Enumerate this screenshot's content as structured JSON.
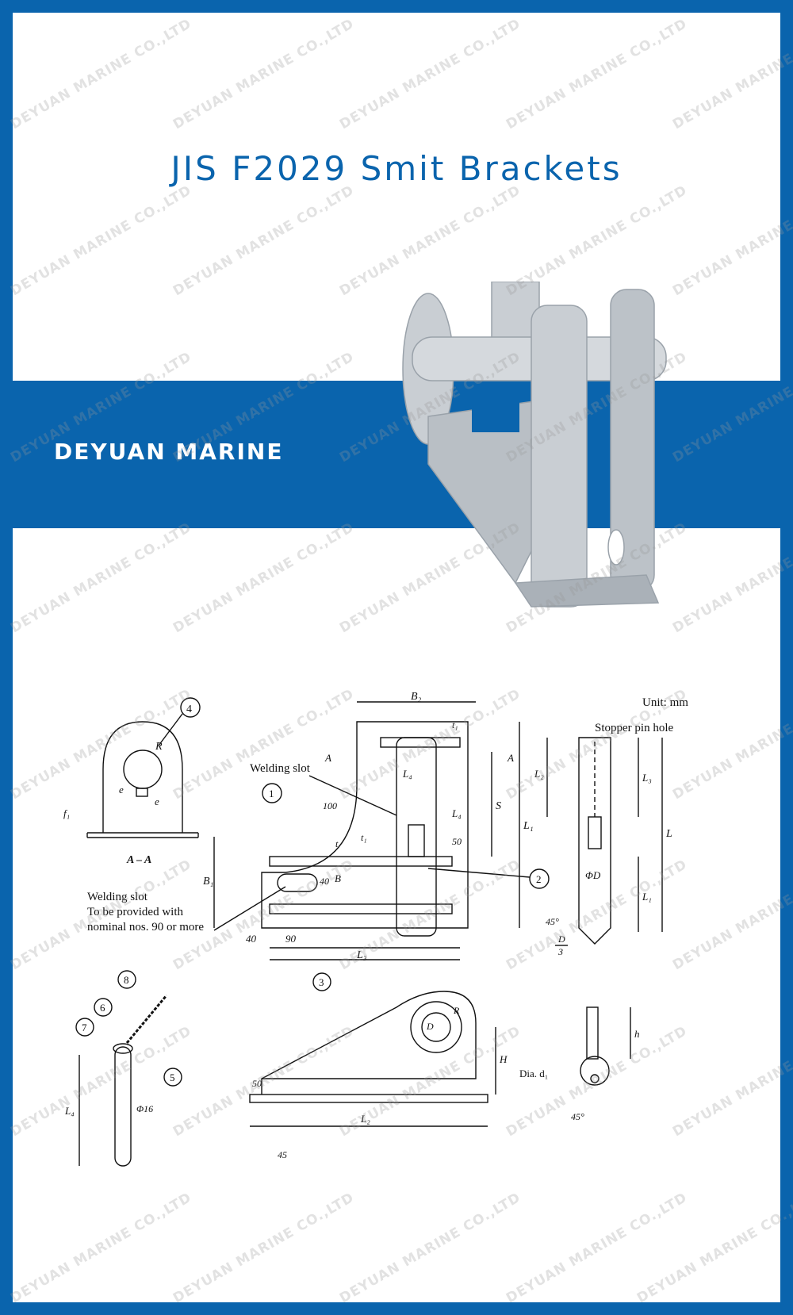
{
  "header": {
    "title": "JIS F2029 Smit Brackets"
  },
  "banner": {
    "brand": "DEYUAN MARINE"
  },
  "watermark": {
    "text": "DEYUAN MARINE CO.,LTD"
  },
  "colors": {
    "brand_blue": "#0a64ad",
    "product_gray": "#c9ced3"
  },
  "drawing": {
    "unit": "Unit: mm",
    "stopper_pin_hole": "Stopper pin hole",
    "welding_slot_1": "Welding slot",
    "welding_slot_2": "Welding slot",
    "welding_note_1": "To be provided with",
    "welding_note_2": "nominal nos. 90 or more",
    "section": "A – A",
    "dia": "Dia. d₁",
    "dims": {
      "d40a": "40",
      "d90": "90",
      "d100": "100",
      "d50a": "50",
      "d40b": "40",
      "d50b": "50",
      "d16": "Φ16",
      "deg45a": "45°",
      "deg45b": "45°",
      "deg45c": "45"
    },
    "labels": {
      "B2": "B₂",
      "B1": "B₁",
      "B": "B",
      "L3": "L₃",
      "L1": "L₁",
      "S": "S",
      "L": "L",
      "L2": "L₂",
      "L4": "L₄",
      "H": "H",
      "h": "h",
      "R": "R",
      "D": "D",
      "D3n": "D",
      "D3d": "3",
      "phiD": "ΦD",
      "e": "e",
      "t": "t",
      "t1": "t₁",
      "A": "A"
    },
    "items": [
      "1",
      "2",
      "3",
      "4",
      "5",
      "6",
      "7",
      "8"
    ]
  }
}
